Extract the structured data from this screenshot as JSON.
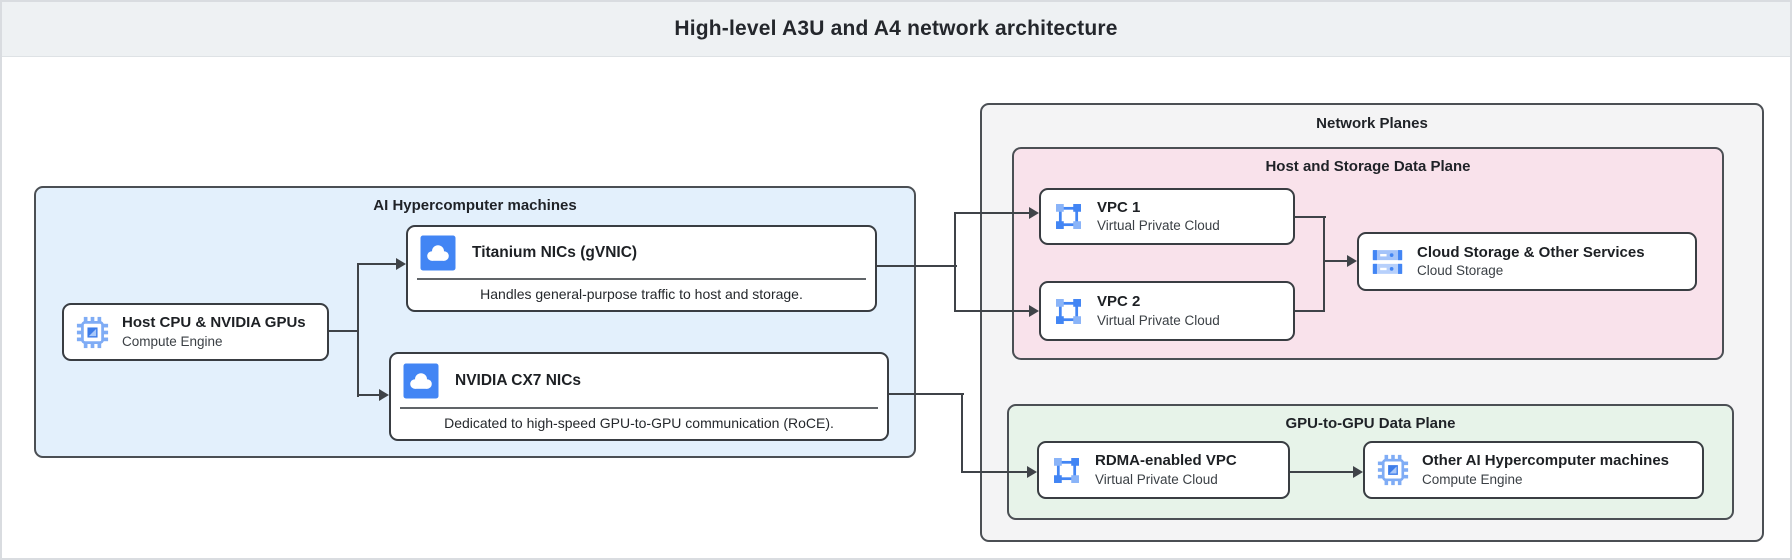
{
  "header": {
    "title": "High-level A3U and A4 network architecture"
  },
  "ai_machines": {
    "title": "AI Hypercomputer machines",
    "host": {
      "title": "Host CPU & NVIDIA GPUs",
      "subtitle": "Compute Engine",
      "icon": "compute-engine-icon"
    },
    "titanium": {
      "title": "Titanium NICs (gVNIC)",
      "description": "Handles general-purpose traffic to host and storage.",
      "icon": "cloud-nic-icon"
    },
    "cx7": {
      "title": "NVIDIA CX7 NICs",
      "description": "Dedicated to high-speed GPU-to-GPU communication (RoCE).",
      "icon": "cloud-nic-icon"
    }
  },
  "network_planes": {
    "title": "Network Planes",
    "host_storage_plane": {
      "title": "Host and Storage Data Plane",
      "vpc1": {
        "title": "VPC 1",
        "subtitle": "Virtual Private Cloud",
        "icon": "vpc-icon"
      },
      "vpc2": {
        "title": "VPC 2",
        "subtitle": "Virtual Private Cloud",
        "icon": "vpc-icon"
      },
      "storage": {
        "title": "Cloud Storage & Other Services",
        "subtitle": "Cloud Storage",
        "icon": "cloud-storage-icon"
      }
    },
    "gpu_plane": {
      "title": "GPU-to-GPU Data Plane",
      "rdma_vpc": {
        "title": "RDMA-enabled VPC",
        "subtitle": "Virtual Private Cloud",
        "icon": "vpc-icon"
      },
      "other_machines": {
        "title": "Other AI Hypercomputer machines",
        "subtitle": "Compute Engine",
        "icon": "compute-engine-icon"
      }
    }
  },
  "colors": {
    "header_bg": "#eef1f3",
    "machines_group_bg": "#e3f0fc",
    "network_planes_bg": "#f4f4f5",
    "host_storage_plane_bg": "#f9e2eb",
    "gpu_plane_bg": "#e7f3e9",
    "icon_blue": "#4285f4",
    "icon_light_blue": "#8ab4f8",
    "connector": "#3f4348",
    "card_border": "#393d42"
  }
}
